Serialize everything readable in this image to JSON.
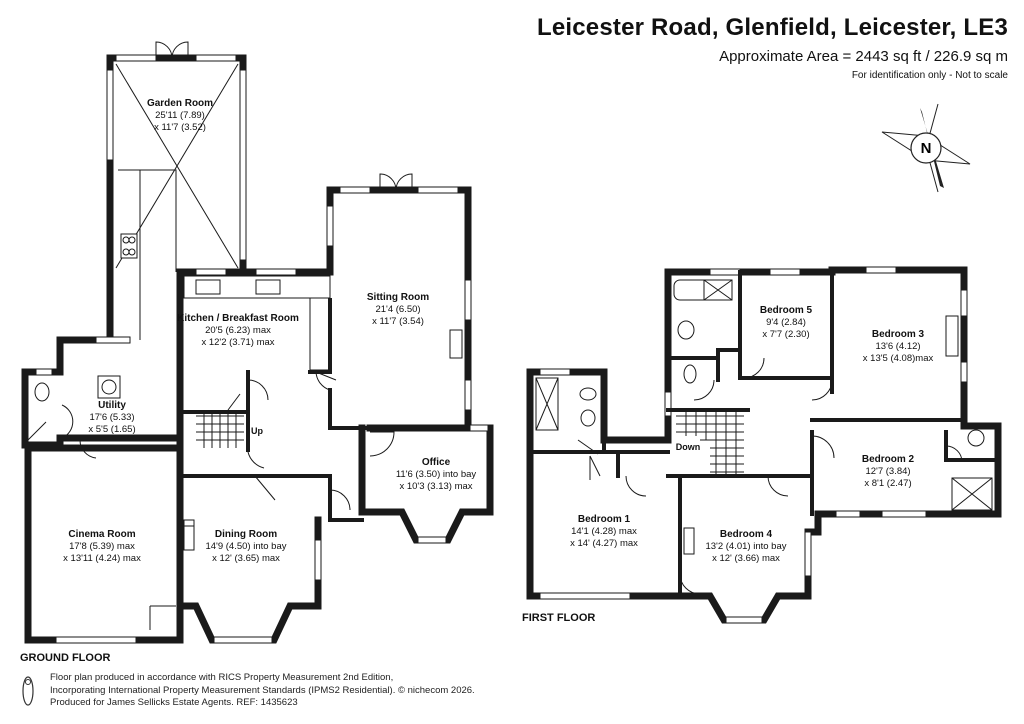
{
  "header": {
    "title": "Leicester Road, Glenfield, Leicester, LE3",
    "area": "Approximate Area = 2443 sq ft / 226.9 sq m",
    "note": "For identification only - Not to scale",
    "compass_letter": "N"
  },
  "floors": {
    "ground": "GROUND FLOOR",
    "first": "FIRST FLOOR"
  },
  "rooms": {
    "garden_room": {
      "name": "Garden Room",
      "dim1": "25'11 (7.89)",
      "dim2": "x 11'7 (3.52)"
    },
    "kitchen": {
      "name": "Kitchen / Breakfast Room",
      "dim1": "20'5 (6.23) max",
      "dim2": "x 12'2 (3.71) max"
    },
    "sitting": {
      "name": "Sitting Room",
      "dim1": "21'4 (6.50)",
      "dim2": "x 11'7 (3.54)"
    },
    "utility": {
      "name": "Utility",
      "dim1": "17'6 (5.33)",
      "dim2": "x 5'5 (1.65)"
    },
    "office": {
      "name": "Office",
      "dim1": "11'6 (3.50) into bay",
      "dim2": "x 10'3 (3.13) max"
    },
    "cinema": {
      "name": "Cinema Room",
      "dim1": "17'8 (5.39) max",
      "dim2": "x 13'11 (4.24) max"
    },
    "dining": {
      "name": "Dining Room",
      "dim1": "14'9 (4.50) into bay",
      "dim2": "x 12' (3.65) max"
    },
    "bedroom5": {
      "name": "Bedroom 5",
      "dim1": "9'4 (2.84)",
      "dim2": "x 7'7 (2.30)"
    },
    "bedroom3": {
      "name": "Bedroom 3",
      "dim1": "13'6 (4.12)",
      "dim2": "x 13'5 (4.08)max"
    },
    "bedroom2": {
      "name": "Bedroom 2",
      "dim1": "12'7 (3.84)",
      "dim2": "x 8'1 (2.47)"
    },
    "bedroom1": {
      "name": "Bedroom 1",
      "dim1": "14'1 (4.28) max",
      "dim2": "x 14' (4.27) max"
    },
    "bedroom4": {
      "name": "Bedroom 4",
      "dim1": "13'2 (4.01) into bay",
      "dim2": "x 12' (3.66) max"
    }
  },
  "labels": {
    "up": "Up",
    "down": "Down"
  },
  "footer": {
    "line1": "Floor plan produced in accordance with RICS Property Measurement 2nd Edition,",
    "line2": "Incorporating International Property Measurement Standards (IPMS2 Residential).  © nichecom 2026.",
    "line3": "Produced for James Sellicks Estate Agents.   REF: 1435623"
  }
}
